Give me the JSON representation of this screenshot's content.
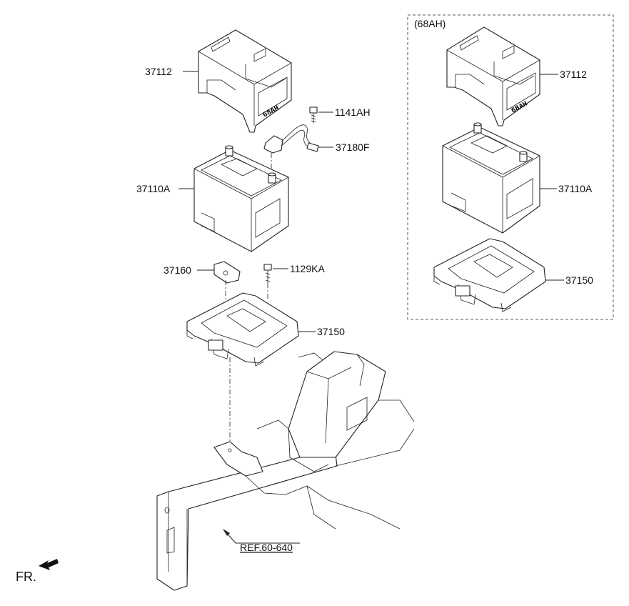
{
  "variant": {
    "label": "(68AH)"
  },
  "callouts": {
    "tray_left": "37112",
    "bolt_top": "1141AH",
    "cable": "37180F",
    "battery_left": "37110A",
    "clamp": "37160",
    "bolt_mid": "1129KA",
    "bracket_left": "37150",
    "tray_right": "37112",
    "battery_right": "37110A",
    "bracket_right": "37150"
  },
  "reference": {
    "label": "REF.60-640"
  },
  "front_indicator": {
    "label": "FR."
  },
  "tray_marking": "68AH"
}
